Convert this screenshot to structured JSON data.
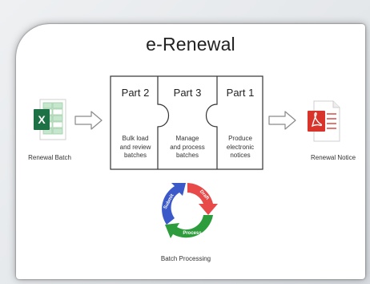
{
  "title": "e-Renewal",
  "input": {
    "label": "Renewal Batch",
    "icon": "excel-icon"
  },
  "output": {
    "label": "Renewal Notice",
    "icon": "pdf-icon"
  },
  "parts": [
    {
      "title": "Part 2",
      "lines": [
        "Bulk load",
        "and review",
        "batches"
      ]
    },
    {
      "title": "Part 3",
      "lines": [
        "Manage",
        "and process",
        "batches"
      ]
    },
    {
      "title": "Part 1",
      "lines": [
        "Produce",
        "electronic",
        "notices"
      ]
    }
  ],
  "cycle": {
    "label": "Batch Processing",
    "steps": [
      "Draft",
      "Process",
      "Submit"
    ],
    "colors": {
      "draft": "#e84a4a",
      "process": "#2c9c3c",
      "submit": "#3b59c8"
    }
  },
  "colors": {
    "excel": "#1e7145",
    "pdf": "#d9342b",
    "arrow": "#8a8a8a"
  }
}
